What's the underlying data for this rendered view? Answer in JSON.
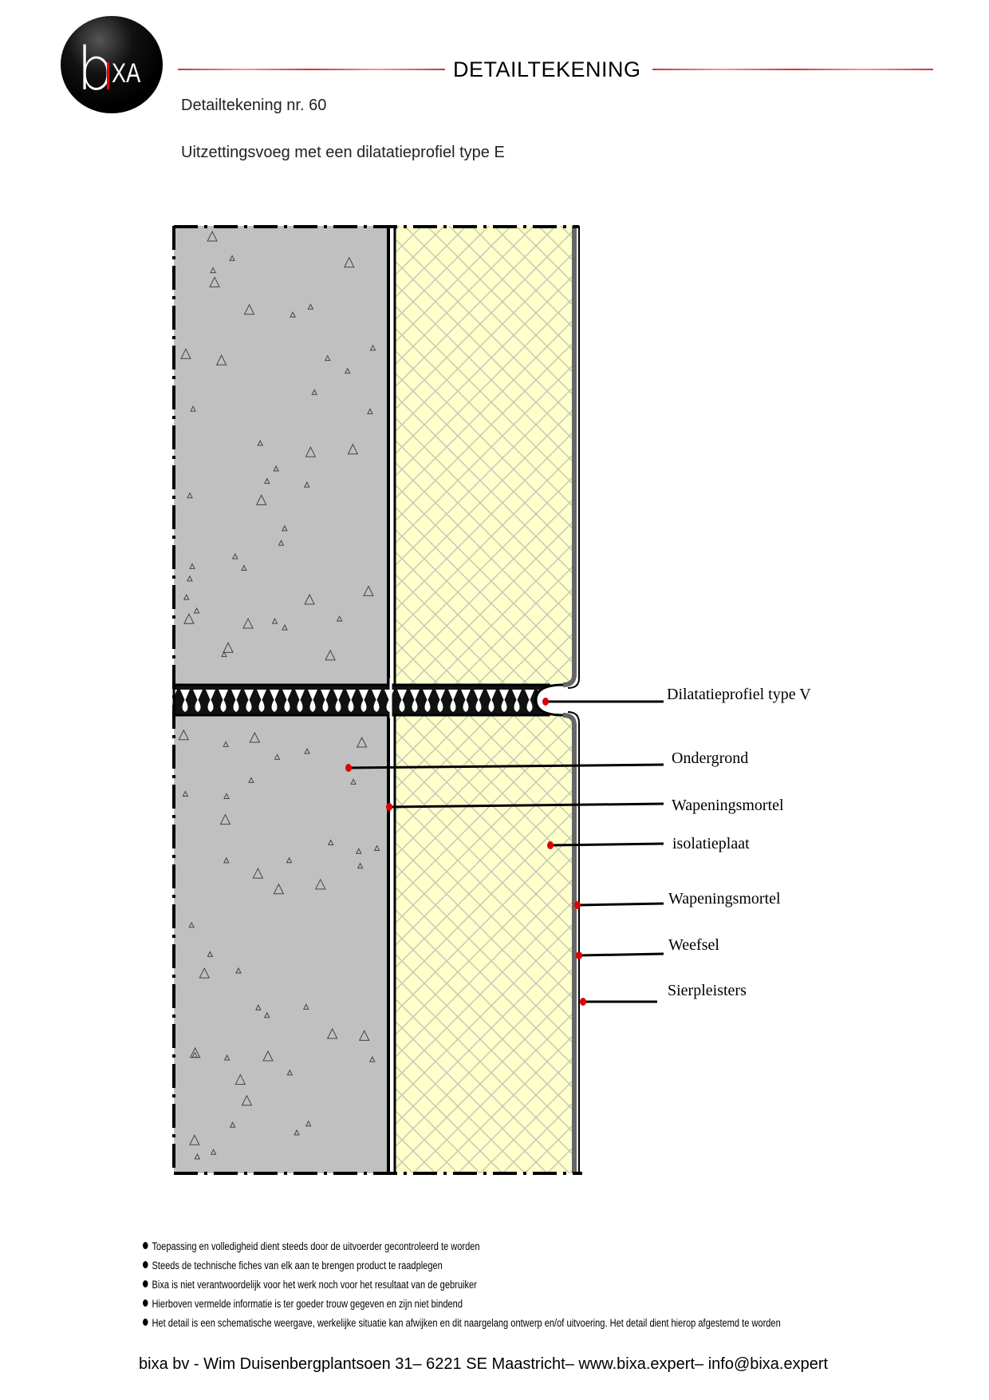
{
  "header": {
    "logo_text": "bixa",
    "title": "DETAILTEKENING",
    "drawing_number": "Detailtekening nr. 60",
    "subtitle": "Uitzettingsvoeg met een dilatatieprofiel type E"
  },
  "labels": [
    "Dilatatieprofiel type V",
    "Ondergrond",
    "Wapeningsmortel",
    "isolatieplaat",
    "Wapeningsmortel",
    "Weefsel",
    "Sierpleisters"
  ],
  "colors": {
    "concrete": "#c0c0c0",
    "insulation": "#ffffcc",
    "hatch": "#c8c8b4",
    "marker": "#e00000",
    "accent_line": "#cc3333"
  },
  "notes": [
    "Toepassing en volledigheid dient steeds door de uitvoerder gecontroleerd te worden",
    "Steeds de technische fiches van elk  aan te brengen product te raadplegen",
    "Bixa is niet verantwoordelijk voor  het werk noch voor het resultaat van de gebruiker",
    "Hierboven  vermelde informatie is ter goeder trouw gegeven  en zijn niet bindend",
    "Het detail is een schematische weergave, werkelijke situatie kan afwijken en dit naargelang ontwerp en/of uitvoering. Het detail dient hierop afgestemd te worden"
  ],
  "footer": "bixa bv - Wim Duisenbergplantsoen 31– 6221 SE Maastricht– www.bixa.expert– info@bixa.expert"
}
